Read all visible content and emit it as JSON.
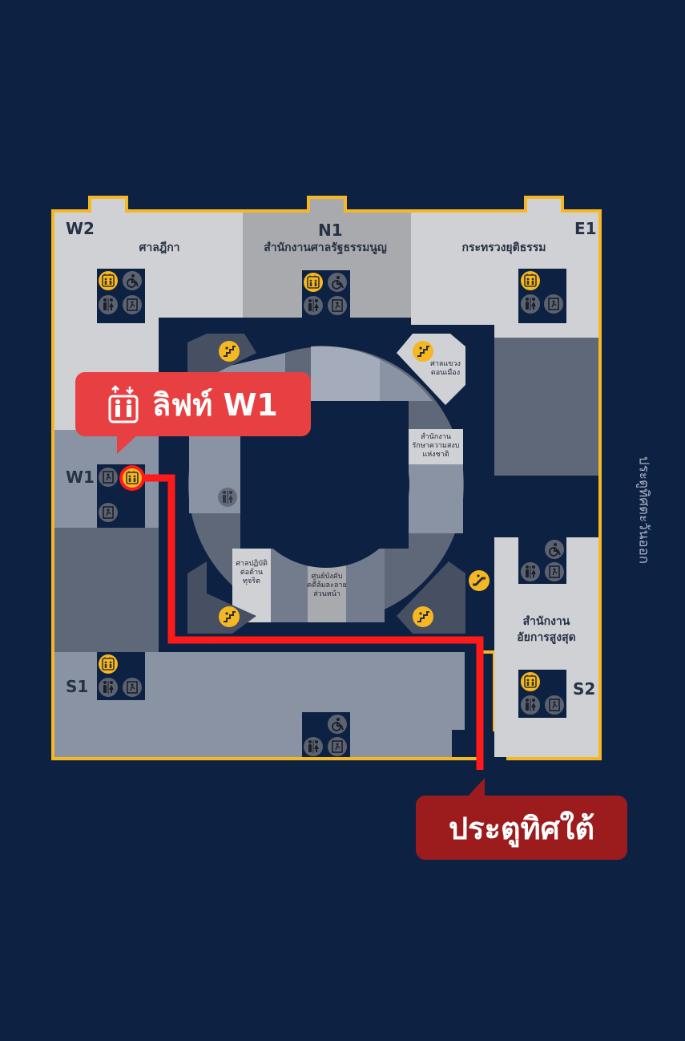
{
  "zones": {
    "w2": {
      "code": "W2",
      "name": "ศาลฎีกา"
    },
    "n1": {
      "code": "N1",
      "name": "สำนักงานศาลรัฐธรรมนูญ"
    },
    "e1": {
      "code": "E1",
      "name": "กระทรวงยุติธรรม"
    },
    "w1": {
      "code": "W1"
    },
    "s1": {
      "code": "S1"
    },
    "s2": {
      "code": "S2",
      "name_line1": "สำนักงาน",
      "name_line2": "อัยการสูงสุด"
    }
  },
  "rooms": {
    "admin_court": {
      "l1": "ศาลแขวง",
      "l2": "ดอนเมือง"
    },
    "peace": {
      "l1": "สำนักงาน",
      "l2": "รักษาความสงบ",
      "l3": "แห่งชาติ"
    },
    "corruption": {
      "l1": "ศาลปฏิบัติ",
      "l2": "ต่อต้าน",
      "l3": "ทุจริต"
    },
    "enforcement": {
      "l1": "ศูนย์บังคับ",
      "l2": "คดีล้มละลาย",
      "l3": "ส่วนหน้า"
    }
  },
  "callouts": {
    "lift": {
      "label": "ลิฟท์ W1",
      "icon": "elevator-icon"
    },
    "gate": {
      "label": "ประตูทิศใต้"
    }
  },
  "east_gate_label": "ประตูทิศตะวันออก",
  "colors": {
    "background": "#0d2142",
    "border": "#f5b823",
    "route": "#ff1a1a",
    "lift_callout": "#e84042",
    "gate_callout": "#9c1c1e",
    "icon_yellow": "#f5b823"
  },
  "icons": [
    "elevator-icon",
    "wheelchair-icon",
    "restroom-icon",
    "fire-exit-icon",
    "stairs-icon",
    "escalator-icon"
  ]
}
